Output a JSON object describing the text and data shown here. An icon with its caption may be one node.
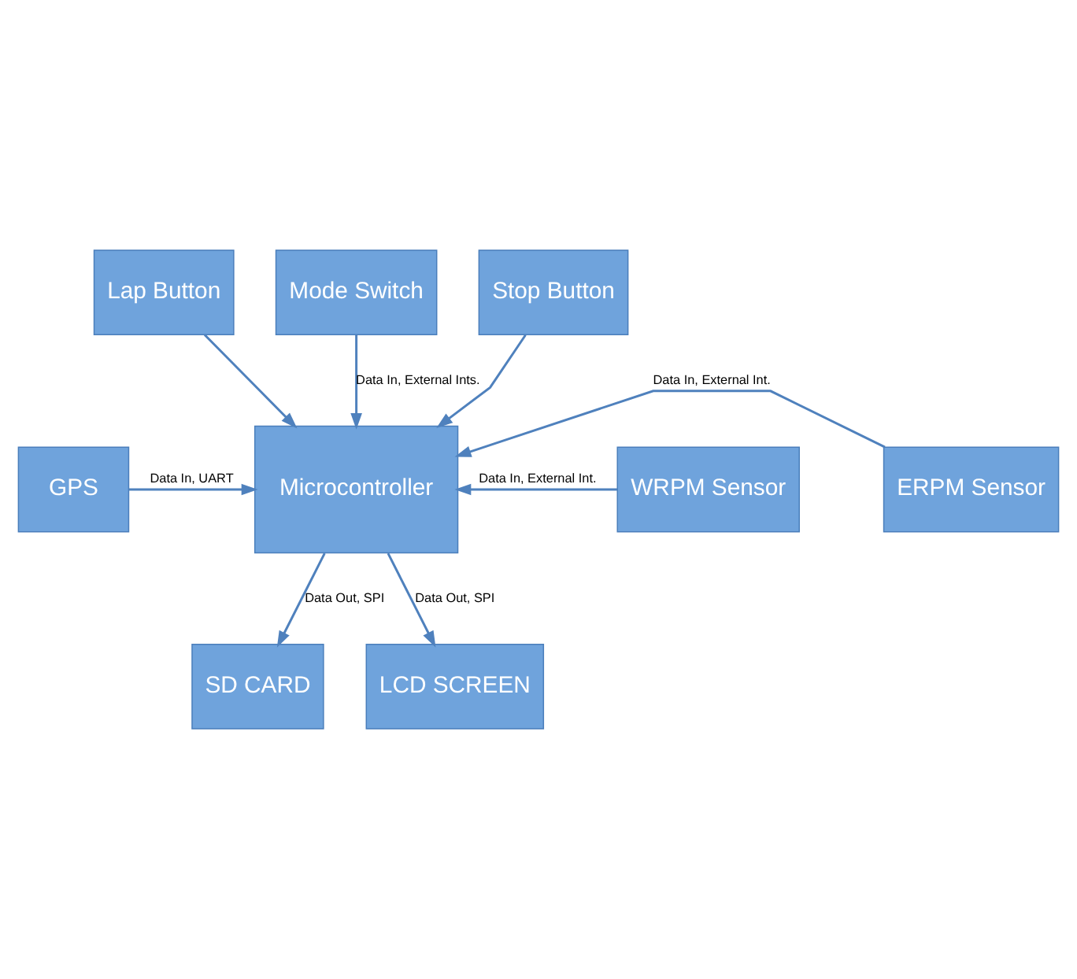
{
  "diagram": {
    "nodes": [
      {
        "text": [
          "Lap Button"
        ]
      },
      {
        "text": [
          "Mode Switch"
        ]
      },
      {
        "text": [
          "Stop Button"
        ]
      },
      {
        "text": [
          "WRPM Sensor"
        ]
      },
      {
        "text": [
          "GPS"
        ]
      },
      {
        "text": [
          "Microcontroller"
        ]
      },
      {
        "text": [
          "ERPM Sensor"
        ]
      },
      {
        "text": [
          "SD CARD"
        ]
      },
      {
        "text": [
          "LCD SCREEN"
        ]
      }
    ],
    "edges": [
      {
        "from": 0,
        "to": 5,
        "arrow": "to"
      },
      {
        "from": 1,
        "to": 5,
        "arrow": "to",
        "label": "Data In, External Ints."
      },
      {
        "from": 2,
        "to": 5,
        "arrow": "to"
      },
      {
        "from": 3,
        "to": 5,
        "arrow": "to",
        "label": "Data In, External Int."
      },
      {
        "from": 4,
        "to": 5,
        "arrow": "to",
        "label": "Data In, UART"
      },
      {
        "from": 6,
        "to": 5,
        "arrow": "to",
        "label": "Data In, External Int."
      },
      {
        "from": 5,
        "to": 7,
        "arrow": "to",
        "label": "Data Out, SPI"
      },
      {
        "from": 5,
        "to": 8,
        "arrow": "to",
        "label": "Data Out, SPI"
      }
    ]
  }
}
